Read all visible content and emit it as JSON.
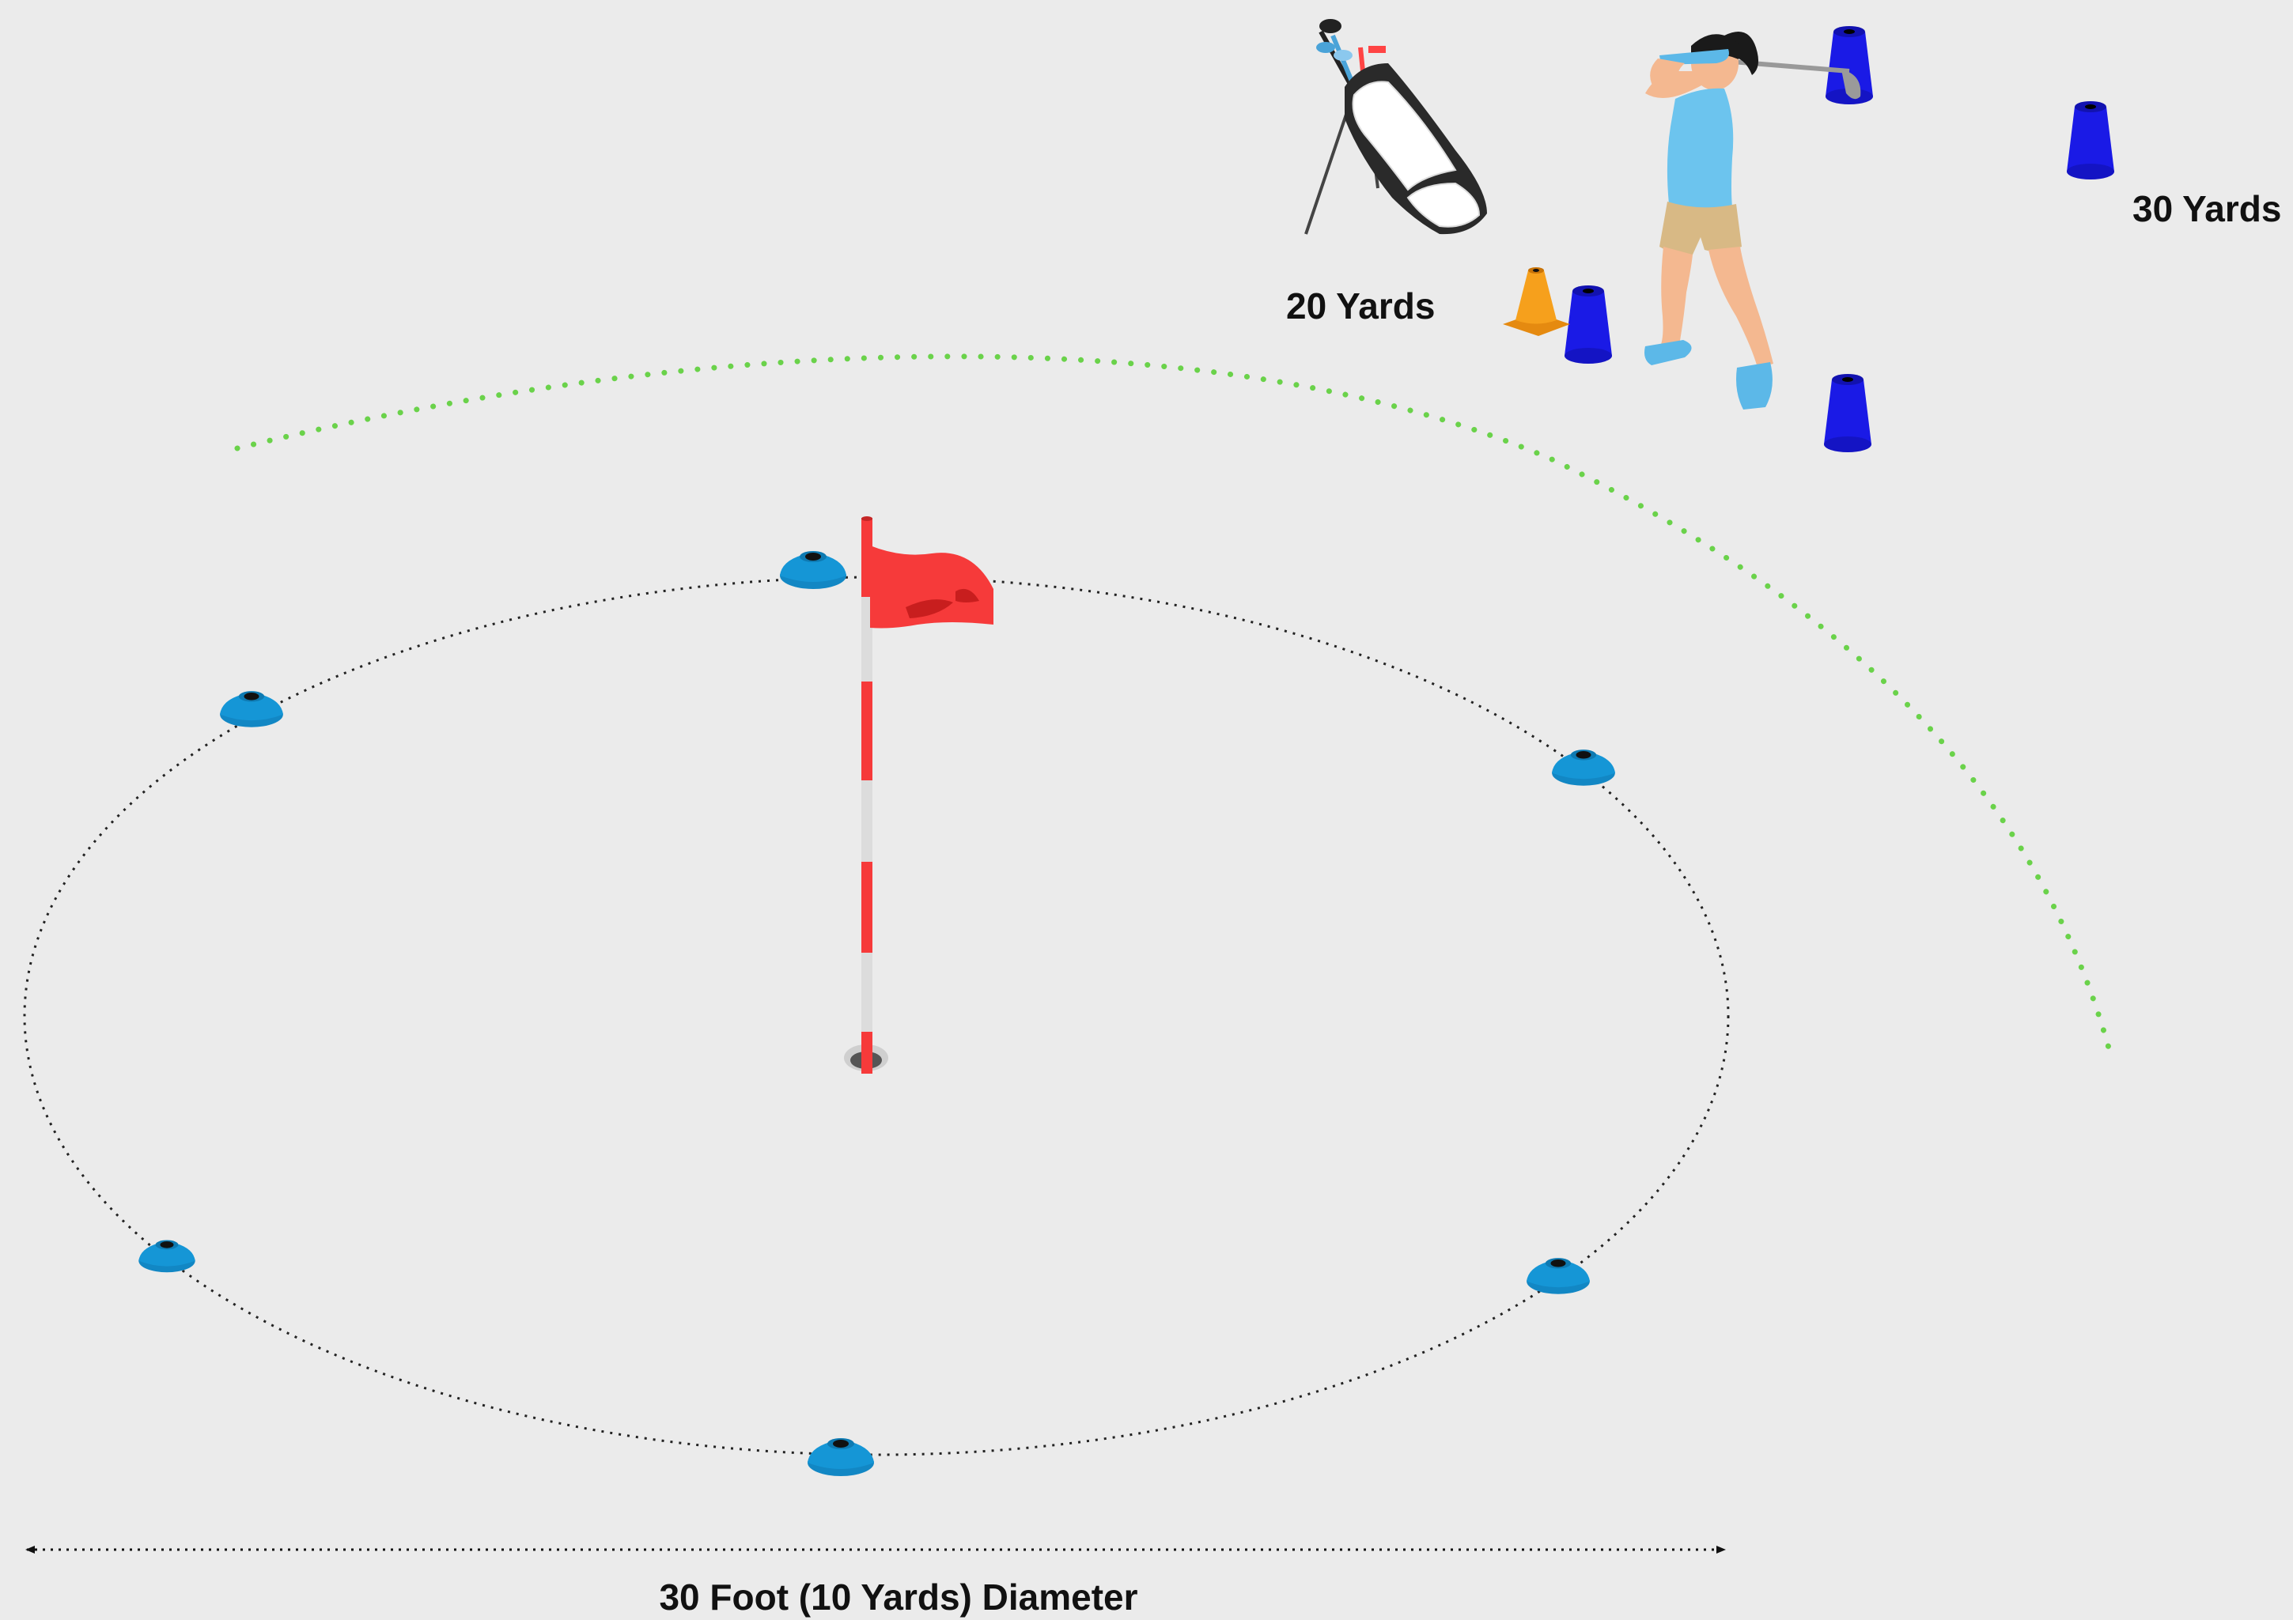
{
  "labels": {
    "distance_20": "20 Yards",
    "distance_30": "30 Yards",
    "diameter": "30 Foot (10 Yards) Diameter"
  },
  "colors": {
    "background": "#ebebeb",
    "flag": "#f63a3a",
    "disc_cone": "#1596d6",
    "tall_cone": "#1a1ae6",
    "orange_cone": "#f6a01c",
    "ball_path": "#6ad24a",
    "shirt": "#6cc4ee",
    "shorts": "#d8b985",
    "skin": "#f4b890"
  },
  "icons": [
    "golf-bag-icon",
    "golfer-figure-icon",
    "flagstick-icon",
    "hole-icon",
    "disc-cone-icon",
    "tall-cone-icon",
    "orange-cone-icon",
    "ball-path-icon",
    "double-arrow-icon"
  ]
}
